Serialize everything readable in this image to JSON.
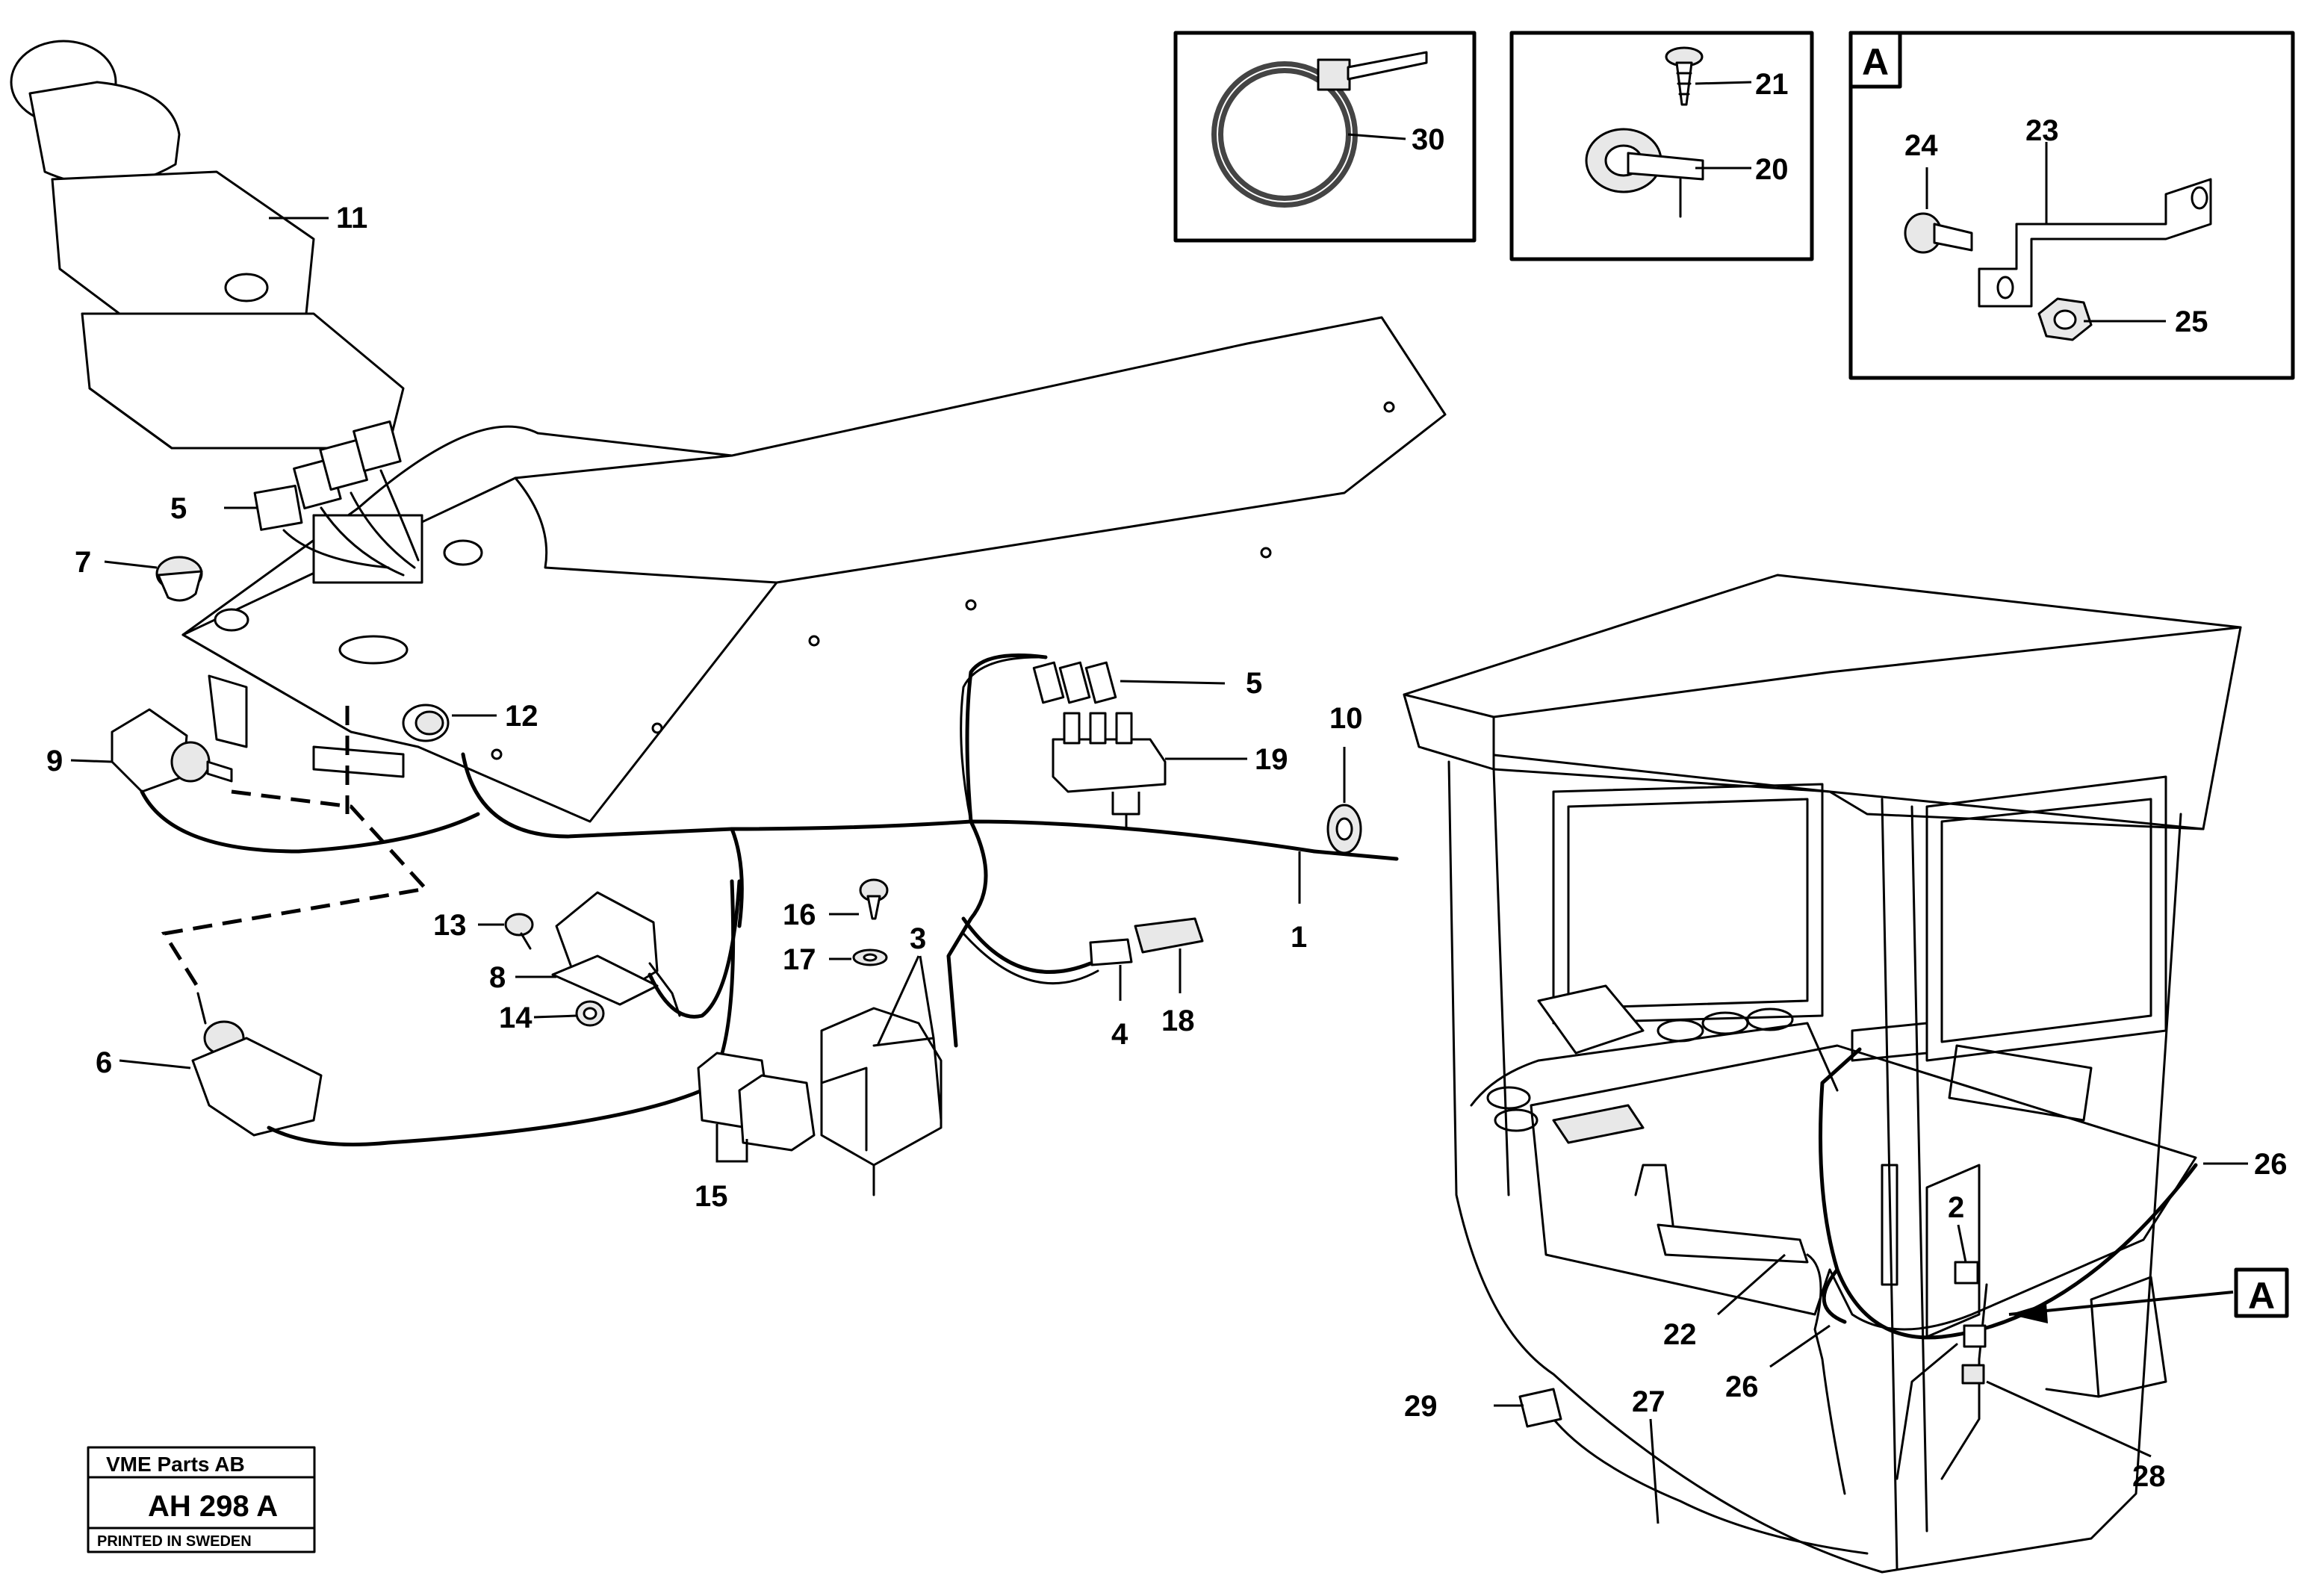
{
  "callouts": {
    "c1": "1",
    "c2": "2",
    "c3": "3",
    "c4": "4",
    "c5a": "5",
    "c5b": "5",
    "c6": "6",
    "c7": "7",
    "c8": "8",
    "c9": "9",
    "c10": "10",
    "c11": "11",
    "c12": "12",
    "c13": "13",
    "c14": "14",
    "c15": "15",
    "c16": "16",
    "c17": "17",
    "c18": "18",
    "c19": "19",
    "c20": "20",
    "c21": "21",
    "c22": "22",
    "c23": "23",
    "c24": "24",
    "c25": "25",
    "c26a": "26",
    "c26b": "26",
    "c27": "27",
    "c28": "28",
    "c29": "29",
    "c30": "30"
  },
  "detail_box_label": "A",
  "reference_marker": "A",
  "stamp": {
    "company": "VME Parts AB",
    "code": "AH 298 A",
    "printed": "PRINTED IN SWEDEN"
  }
}
